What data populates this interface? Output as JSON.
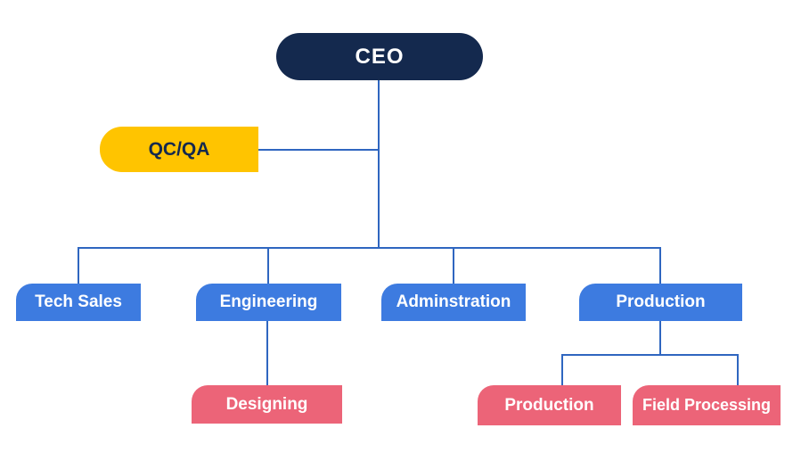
{
  "org_chart": {
    "type": "org-chart",
    "nodes": {
      "ceo": {
        "label": "CEO",
        "color": "#14294e",
        "text_color": "#ffffff"
      },
      "qc_qa": {
        "label": "QC/QA",
        "color": "#ffc400",
        "text_color": "#14294e"
      },
      "tech_sales": {
        "label": "Tech Sales",
        "color": "#3d7be0",
        "text_color": "#ffffff"
      },
      "engineering": {
        "label": "Engineering",
        "color": "#3d7be0",
        "text_color": "#ffffff"
      },
      "administration": {
        "label": "Adminstration",
        "color": "#3d7be0",
        "text_color": "#ffffff"
      },
      "production": {
        "label": "Production",
        "color": "#3d7be0",
        "text_color": "#ffffff"
      },
      "designing": {
        "label": "Designing",
        "color": "#ec6478",
        "text_color": "#ffffff"
      },
      "production_team": {
        "label": "Production",
        "color": "#ec6478",
        "text_color": "#ffffff"
      },
      "field_processing": {
        "label": "Field Processing",
        "color": "#ec6478",
        "text_color": "#ffffff"
      }
    },
    "hierarchy": {
      "root": "CEO",
      "staff_of_root": [
        "QC/QA"
      ],
      "children_of_root": [
        "Tech Sales",
        "Engineering",
        "Adminstration",
        "Production"
      ],
      "children_of_engineering": [
        "Designing"
      ],
      "children_of_production": [
        "Production",
        "Field Processing"
      ]
    },
    "colors": {
      "navy": "#14294e",
      "yellow": "#ffc400",
      "blue": "#3d7be0",
      "pink": "#ec6478",
      "connector": "#2f66c0",
      "background": "#ffffff"
    }
  }
}
